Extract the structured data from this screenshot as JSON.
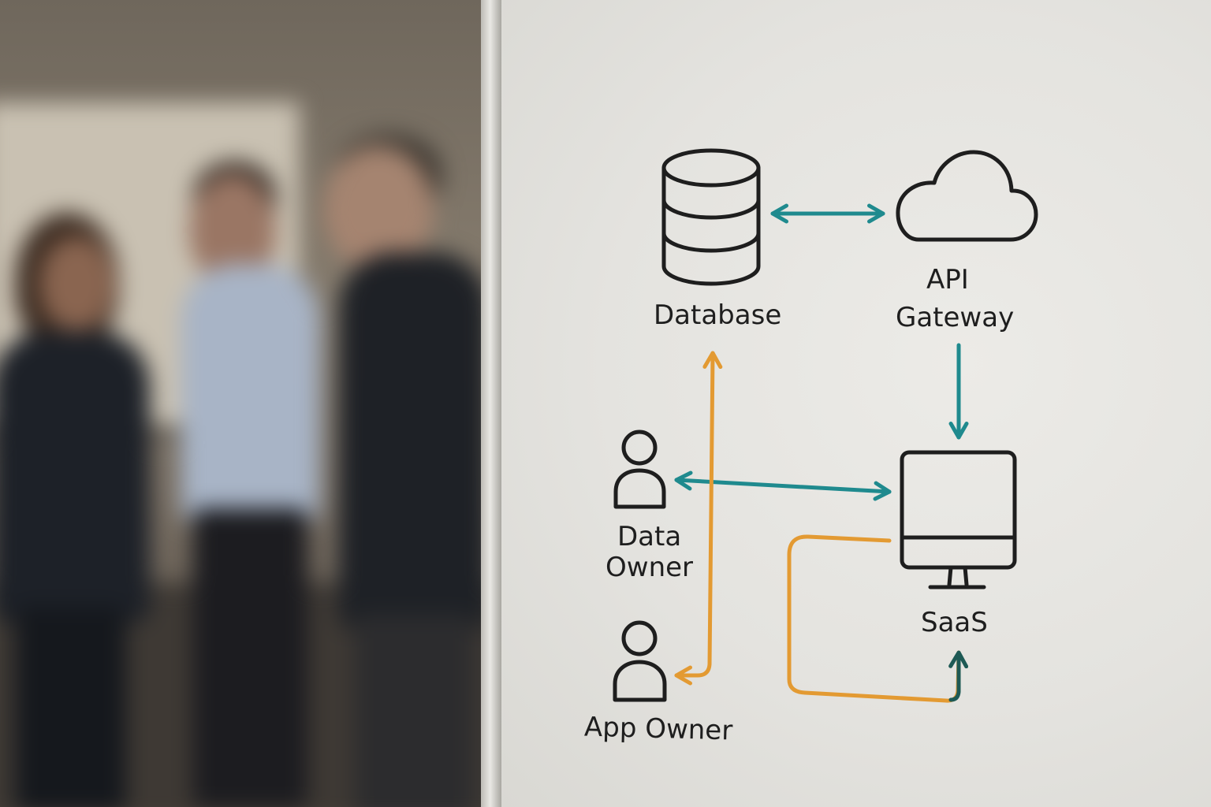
{
  "diagram": {
    "nodes": {
      "database": {
        "label": "Database",
        "icon": "database-icon"
      },
      "api_gateway": {
        "line1": "API",
        "line2": "Gateway",
        "icon": "cloud-icon"
      },
      "data_owner": {
        "line1": "Data",
        "line2": "Owner",
        "icon": "person-icon"
      },
      "app_owner": {
        "label": "App Owner",
        "icon": "person-icon"
      },
      "saas": {
        "label": "SaaS",
        "icon": "monitor-icon"
      }
    },
    "colors": {
      "ink": "#1e1e1e",
      "teal": "#1f8a8e",
      "orange": "#e39a32",
      "dark_green": "#1e5a55",
      "board": "#e6e5e1"
    }
  }
}
